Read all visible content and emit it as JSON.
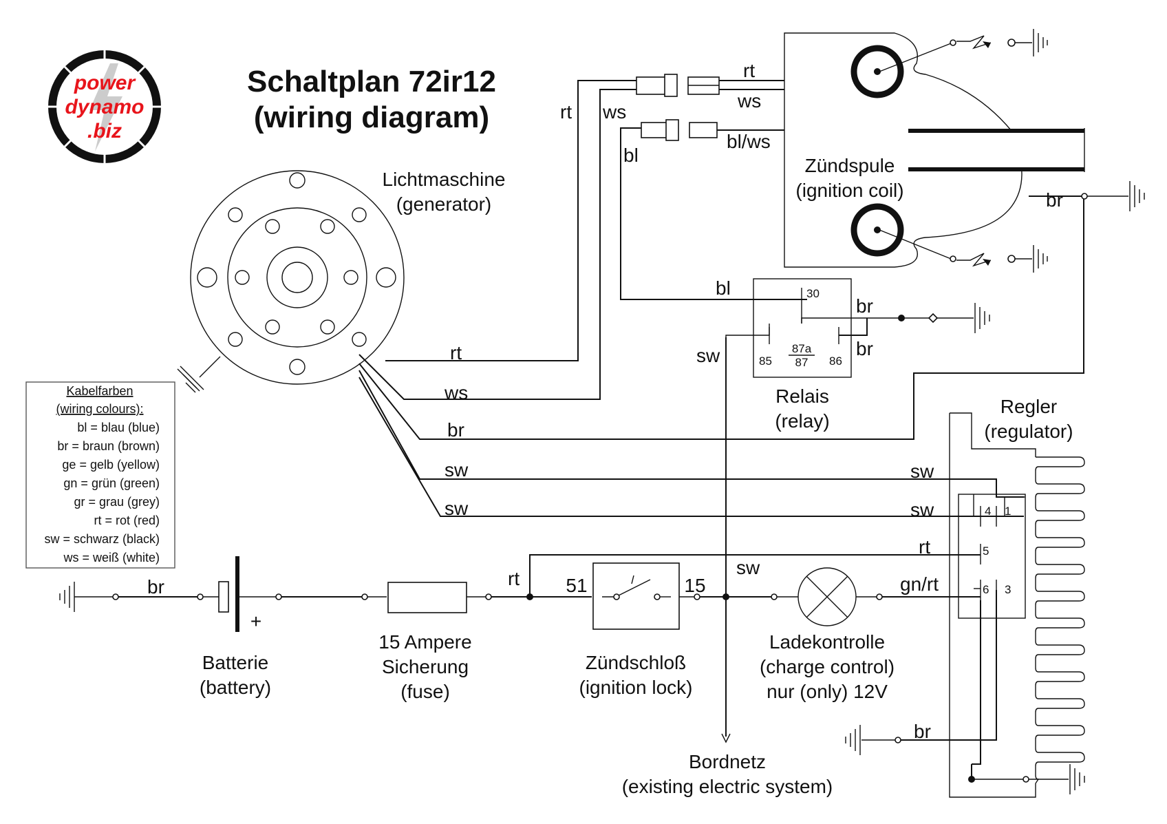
{
  "logo": {
    "line1": "power",
    "line2": "dynamo",
    "line3": ".biz"
  },
  "title": {
    "line1": "Schaltplan 72ir12",
    "line2": "(wiring diagram)"
  },
  "legend": {
    "heading1": "Kabelfarben",
    "heading2": "(wiring colours):",
    "items": [
      "bl = blau (blue)",
      "br = braun (brown)",
      "ge = gelb (yellow)",
      "gn = grün (green)",
      "gr = grau (grey)",
      "rt = rot (red)",
      "sw = schwarz (black)",
      "ws = weiß (white)"
    ]
  },
  "components": {
    "generator": {
      "line1": "Lichtmaschine",
      "line2": "(generator)"
    },
    "ignition_coil": {
      "line1": "Zündspule",
      "line2": "(ignition coil)"
    },
    "relay": {
      "line1": "Relais",
      "line2": "(relay)"
    },
    "regulator": {
      "line1": "Regler",
      "line2": "(regulator)"
    },
    "battery": {
      "line1": "Batterie",
      "line2": "(battery)"
    },
    "fuse": {
      "line1": "15 Ampere",
      "line2": "Sicherung",
      "line3": "(fuse)"
    },
    "ignition_lock": {
      "line1": "Zündschloß",
      "line2": "(ignition lock)"
    },
    "charge_control": {
      "line1": "Ladekontrolle",
      "line2": "(charge control)",
      "line3": "nur (only) 12V"
    },
    "onboard_net": {
      "line1": "Bordnetz",
      "line2": "(existing electric system)"
    }
  },
  "wire_labels": {
    "rt_top_left": "rt",
    "ws_top_left": "ws",
    "bl_top_left": "bl",
    "rt_coil": "rt",
    "ws_coil": "ws",
    "blws_coil": "bl/ws",
    "br_coil": "br",
    "bl_relay": "bl",
    "br_relay_top": "br",
    "br_relay_bottom": "br",
    "sw_relay": "sw",
    "rt_gen": "rt",
    "ws_gen": "ws",
    "br_gen": "br",
    "sw_gen1": "sw",
    "sw_gen2": "sw",
    "sw_reg1": "sw",
    "sw_reg2": "sw",
    "rt_reg": "rt",
    "gnrt_reg": "gn/rt",
    "br_reg": "br",
    "br_battery": "br",
    "rt_junction": "rt",
    "sw_bus": "sw"
  },
  "terminals": {
    "relay": {
      "t30": "30",
      "t85": "85",
      "t87a": "87a",
      "t87": "87",
      "t86": "86"
    },
    "lock": {
      "t51": "51",
      "t15": "15"
    },
    "battery_plus": "+",
    "regulator": {
      "t4": "4",
      "t1": "1",
      "t5": "5",
      "t6": "6",
      "t3": "3"
    }
  },
  "colors": {
    "logo_red": "#e8141b",
    "ink": "#111111"
  }
}
